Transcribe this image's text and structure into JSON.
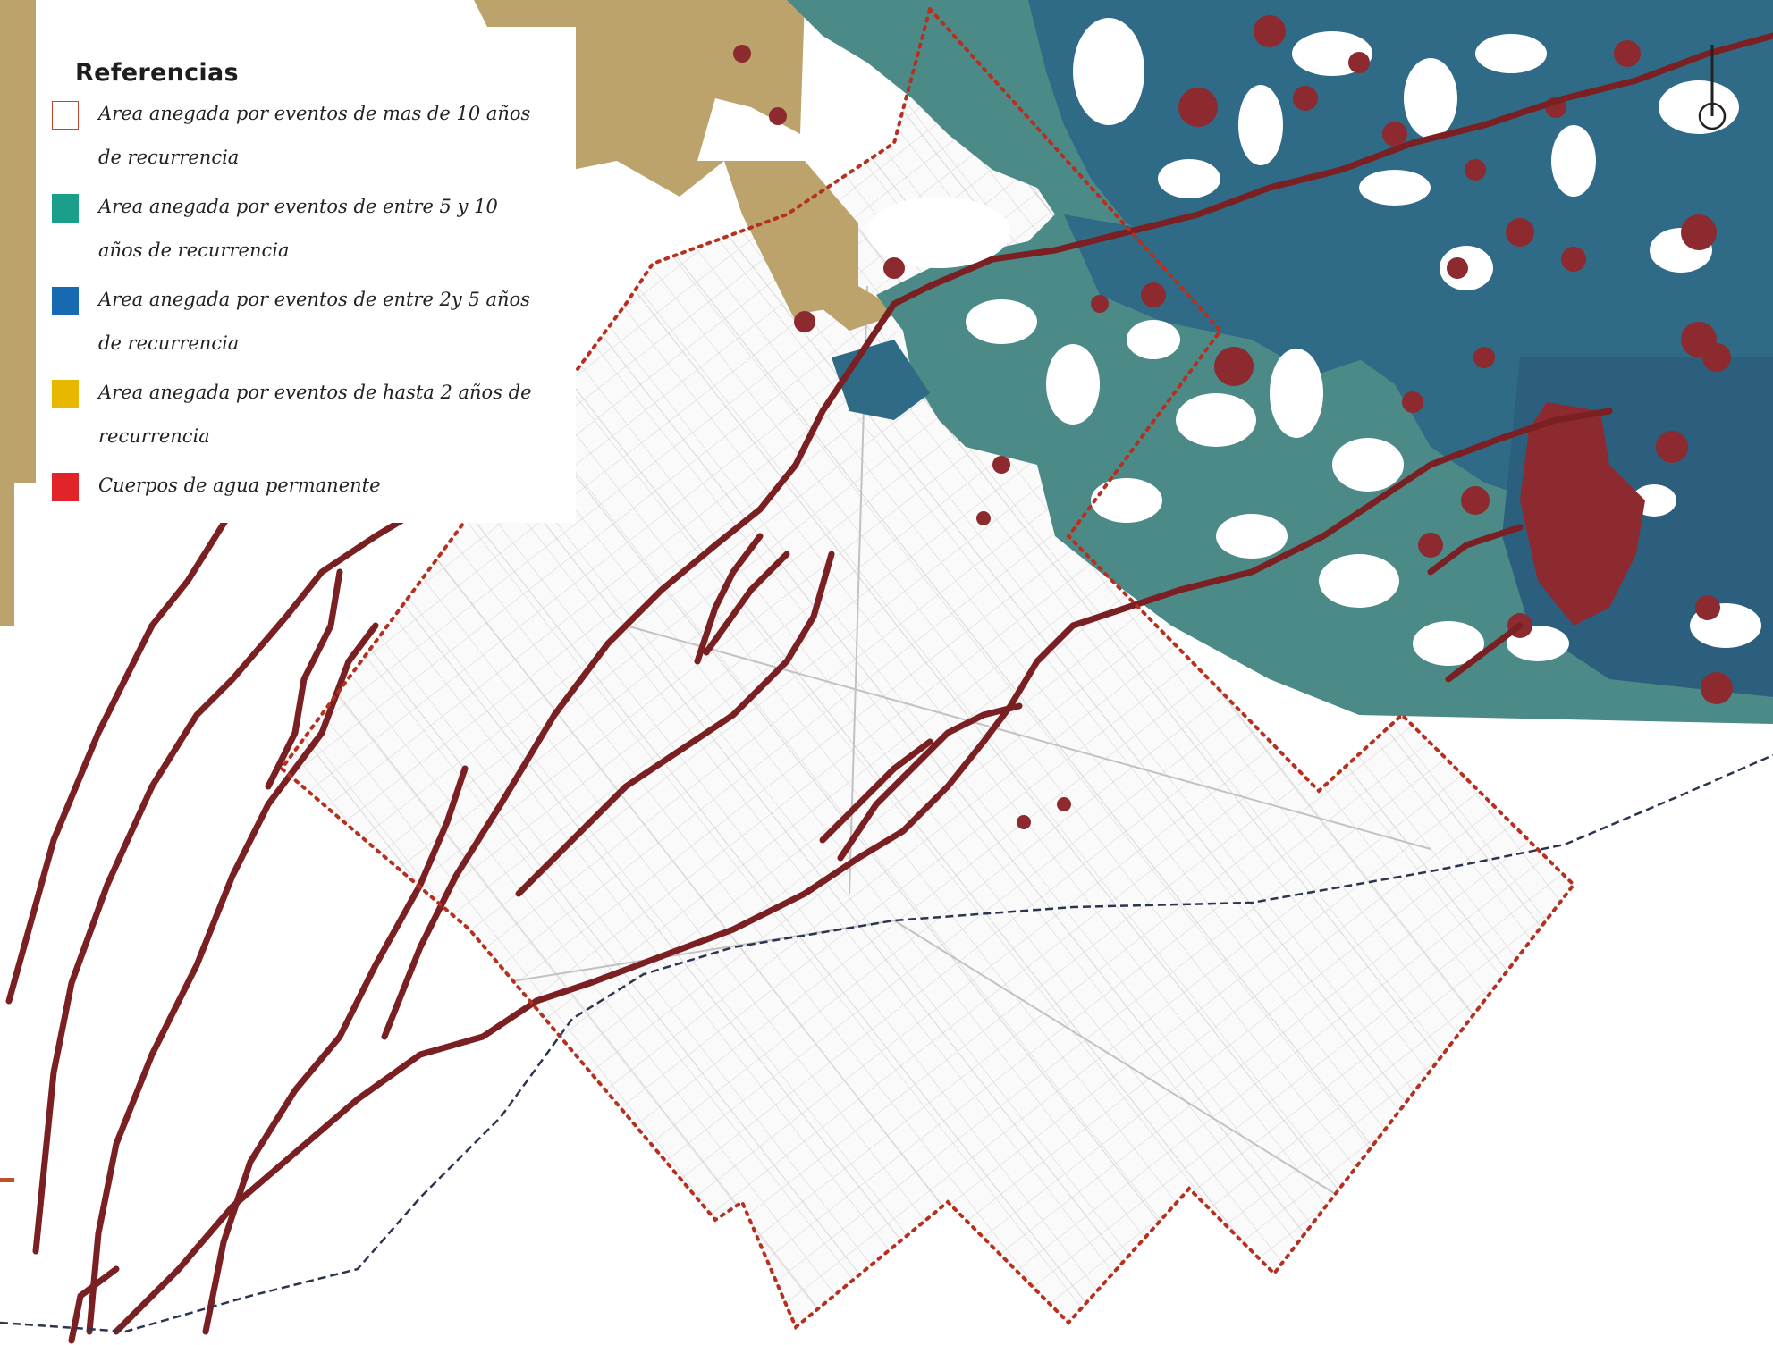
{
  "legend": {
    "title": "Referencias",
    "items": [
      {
        "id": "10plus",
        "line1": "Area anegada por eventos de mas de 10 años",
        "line2": "de recurrencia",
        "color": "#ffffff",
        "border": "#c0452d"
      },
      {
        "id": "5to10",
        "line1": "Area anegada por eventos de entre 5 y 10",
        "line2": "años de recurrencia",
        "color": "#1aa08a"
      },
      {
        "id": "2to5",
        "line1": "Area anegada por eventos de entre 2y 5 años",
        "line2": "de recurrencia",
        "color": "#1769b0"
      },
      {
        "id": "upto2",
        "line1": "Area anegada por eventos de hasta 2  años de",
        "line2": "recurrencia",
        "color": "#e8b800"
      },
      {
        "id": "permanent",
        "line1": "Cuerpos de agua permanente",
        "line2": "",
        "color": "#e0242a"
      }
    ]
  },
  "map_colors": {
    "floodplain_5_10": "#4b8a87",
    "floodplain_2_5": "#2f6a86",
    "sediment": "#bca36b",
    "water_body": "#8c2a2f",
    "stream": "#7a1f22",
    "municipality_outline": "#b5301f",
    "railway": "#2c3550",
    "street_grid": "#d5d5d5"
  }
}
